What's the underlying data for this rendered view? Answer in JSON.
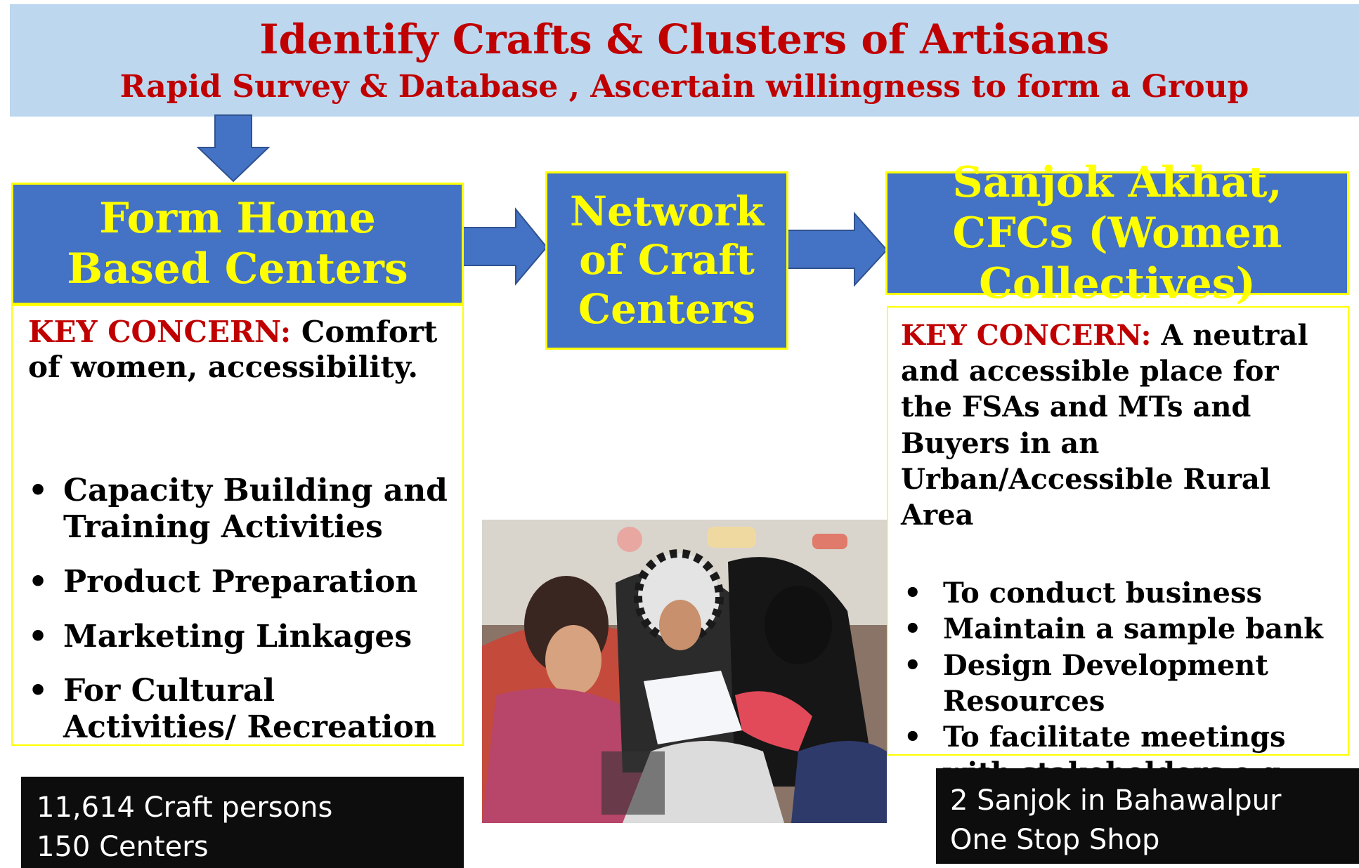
{
  "banner": {
    "title": "Identify Crafts & Clusters of Artisans",
    "subtitle": "Rapid Survey & Database , Ascertain willingness to form a Group"
  },
  "steps": {
    "home": "Form Home Based Centers",
    "network": "Network of Craft Centers",
    "sanjok": "Sanjok Akhat, CFCs (Women Collectives)"
  },
  "left_panel": {
    "concern_label": "KEY CONCERN:",
    "concern_text": " Comfort of women, accessibility.",
    "bullets": [
      "Capacity Building and Training Activities",
      "Product Preparation",
      "Marketing Linkages",
      "For Cultural Activities/ Recreation"
    ]
  },
  "right_panel": {
    "concern_label": "KEY CONCERN:",
    "concern_text": " A neutral and accessible place for the FSAs and MTs and Buyers  in an Urban/Accessible Rural Area",
    "bullets": [
      "To conduct business",
      "Maintain a sample bank",
      "Design Development Resources",
      "To facilitate meetings with stakeholders e.g. MFIs, Buyers"
    ]
  },
  "stats_left": {
    "line1": "11,614 Craft persons",
    "line2": "150 Centers"
  },
  "stats_right": {
    "line1": "2 Sanjok in Bahawalpur",
    "line2": "One Stop Shop"
  },
  "colors": {
    "banner_bg": "#bdd7ee",
    "box_blue": "#4472c4",
    "accent_yellow": "#ffff00",
    "accent_red": "#c00000"
  }
}
